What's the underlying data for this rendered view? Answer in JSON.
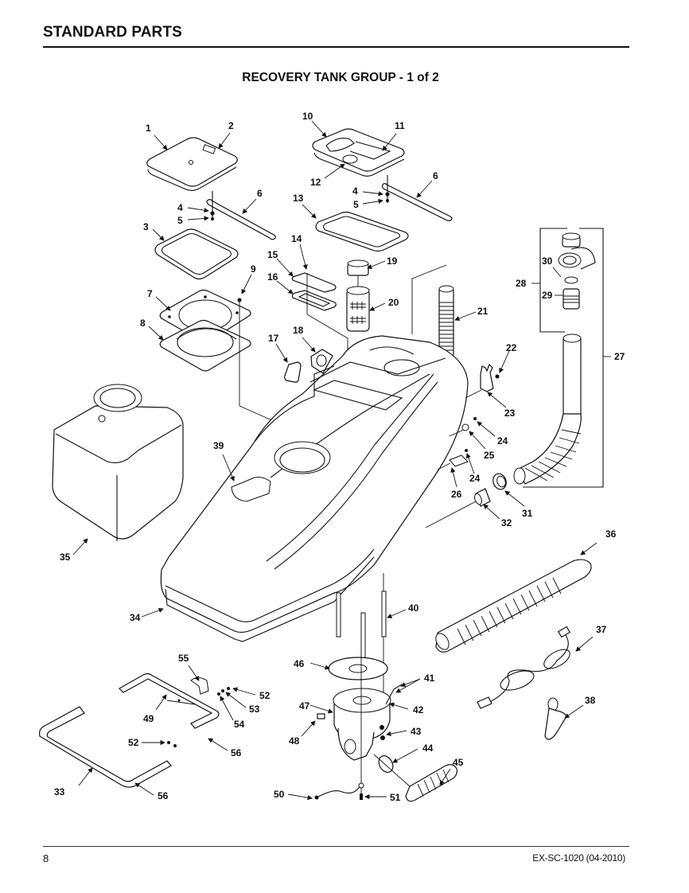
{
  "header": {
    "section_title": "STANDARD PARTS",
    "figure_title": "RECOVERY TANK GROUP - 1 of 2"
  },
  "footer": {
    "page_number": "8",
    "document_code": "EX-SC-1020 (04-2010)"
  },
  "callouts": [
    {
      "id": "1",
      "label": "1"
    },
    {
      "id": "2",
      "label": "2"
    },
    {
      "id": "3",
      "label": "3"
    },
    {
      "id": "4a",
      "label": "4"
    },
    {
      "id": "5a",
      "label": "5"
    },
    {
      "id": "6a",
      "label": "6"
    },
    {
      "id": "7",
      "label": "7"
    },
    {
      "id": "8",
      "label": "8"
    },
    {
      "id": "9",
      "label": "9"
    },
    {
      "id": "10",
      "label": "10"
    },
    {
      "id": "11",
      "label": "11"
    },
    {
      "id": "12",
      "label": "12"
    },
    {
      "id": "4b",
      "label": "4"
    },
    {
      "id": "5b",
      "label": "5"
    },
    {
      "id": "6b",
      "label": "6"
    },
    {
      "id": "13",
      "label": "13"
    },
    {
      "id": "14",
      "label": "14"
    },
    {
      "id": "15",
      "label": "15"
    },
    {
      "id": "16",
      "label": "16"
    },
    {
      "id": "17",
      "label": "17"
    },
    {
      "id": "18",
      "label": "18"
    },
    {
      "id": "19",
      "label": "19"
    },
    {
      "id": "20",
      "label": "20"
    },
    {
      "id": "21",
      "label": "21"
    },
    {
      "id": "22",
      "label": "22"
    },
    {
      "id": "23",
      "label": "23"
    },
    {
      "id": "24a",
      "label": "24"
    },
    {
      "id": "25",
      "label": "25"
    },
    {
      "id": "24b",
      "label": "24"
    },
    {
      "id": "26",
      "label": "26"
    },
    {
      "id": "27",
      "label": "27"
    },
    {
      "id": "28",
      "label": "28"
    },
    {
      "id": "29",
      "label": "29"
    },
    {
      "id": "30",
      "label": "30"
    },
    {
      "id": "31",
      "label": "31"
    },
    {
      "id": "32",
      "label": "32"
    },
    {
      "id": "33",
      "label": "33"
    },
    {
      "id": "34",
      "label": "34"
    },
    {
      "id": "35",
      "label": "35"
    },
    {
      "id": "36",
      "label": "36"
    },
    {
      "id": "37",
      "label": "37"
    },
    {
      "id": "38",
      "label": "38"
    },
    {
      "id": "39",
      "label": "39"
    },
    {
      "id": "40",
      "label": "40"
    },
    {
      "id": "41",
      "label": "41"
    },
    {
      "id": "42",
      "label": "42"
    },
    {
      "id": "43",
      "label": "43"
    },
    {
      "id": "44",
      "label": "44"
    },
    {
      "id": "45",
      "label": "45"
    },
    {
      "id": "46",
      "label": "46"
    },
    {
      "id": "47",
      "label": "47"
    },
    {
      "id": "48",
      "label": "48"
    },
    {
      "id": "49",
      "label": "49"
    },
    {
      "id": "50",
      "label": "50"
    },
    {
      "id": "51",
      "label": "51"
    },
    {
      "id": "52a",
      "label": "52"
    },
    {
      "id": "53",
      "label": "53"
    },
    {
      "id": "54",
      "label": "54"
    },
    {
      "id": "52b",
      "label": "52"
    },
    {
      "id": "55",
      "label": "55"
    },
    {
      "id": "56a",
      "label": "56"
    },
    {
      "id": "56b",
      "label": "56"
    }
  ]
}
